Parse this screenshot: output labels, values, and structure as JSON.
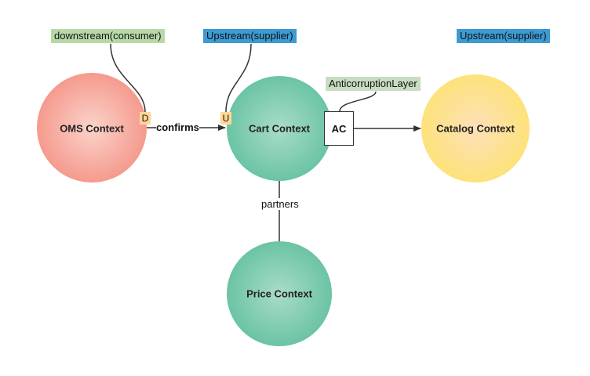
{
  "colors": {
    "oms_fill_inner": "#fbd3cb",
    "oms_fill_outer": "#f59a8d",
    "cart_fill_inner": "#a9dcc7",
    "cart_fill_outer": "#6bc4a4",
    "price_fill_inner": "#a9dcc7",
    "price_fill_outer": "#6bc4a4",
    "catalog_fill_inner": "#fde0b8",
    "catalog_fill_outer": "#fde27b",
    "downstream_tag": "#b7d9a8",
    "upstream_tag": "#3d9bd3",
    "acl_tag": "#c7dcc0",
    "marker": "#ffd796",
    "line": "#333333"
  },
  "contexts": {
    "oms": "OMS Context",
    "cart": "Cart Context",
    "catalog": "Catalog Context",
    "price": "Price Context"
  },
  "tags": {
    "oms_role": "downstream(consumer)",
    "cart_role": "Upstream(supplier)",
    "catalog_role": "Upstream(supplier)",
    "acl": "AnticorruptionLayer"
  },
  "markers": {
    "downstream": "D",
    "upstream": "U"
  },
  "acl_box": "AC",
  "relations": {
    "oms_to_cart": "confirms",
    "cart_to_price": "partners"
  }
}
